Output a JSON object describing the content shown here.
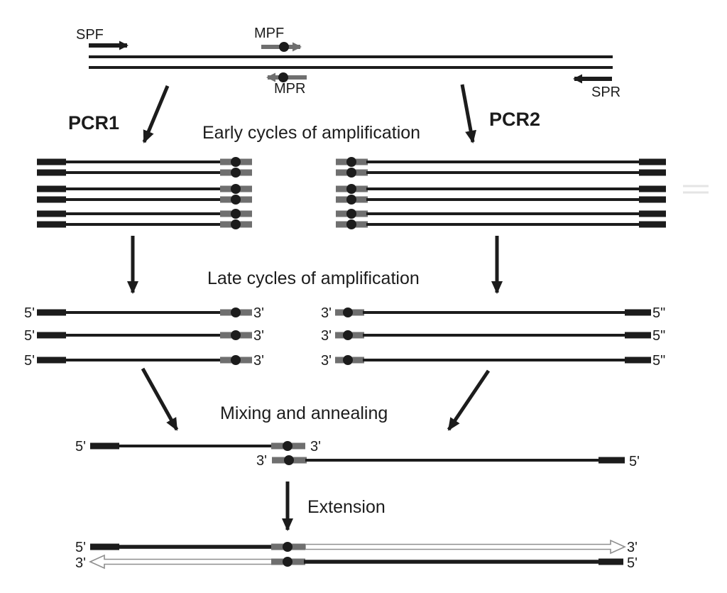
{
  "primers": {
    "spf": "SPF",
    "mpf": "MPF",
    "mpr": "MPR",
    "spr": "SPR"
  },
  "branches": {
    "pcr1": "PCR1",
    "pcr2": "PCR2"
  },
  "stages": {
    "early": "Early cycles of amplification",
    "late": "Late cycles of amplification",
    "mixing": "Mixing and annealing",
    "extension": "Extension"
  },
  "ends": {
    "five": "5'",
    "three": "3'",
    "five_right": "5\""
  },
  "colors": {
    "ink": "#1c1c1c",
    "primer_gray": "#6f6f6f",
    "outline_gray": "#8f8f8f",
    "faint": "#e4e4e4",
    "background": "#ffffff"
  }
}
